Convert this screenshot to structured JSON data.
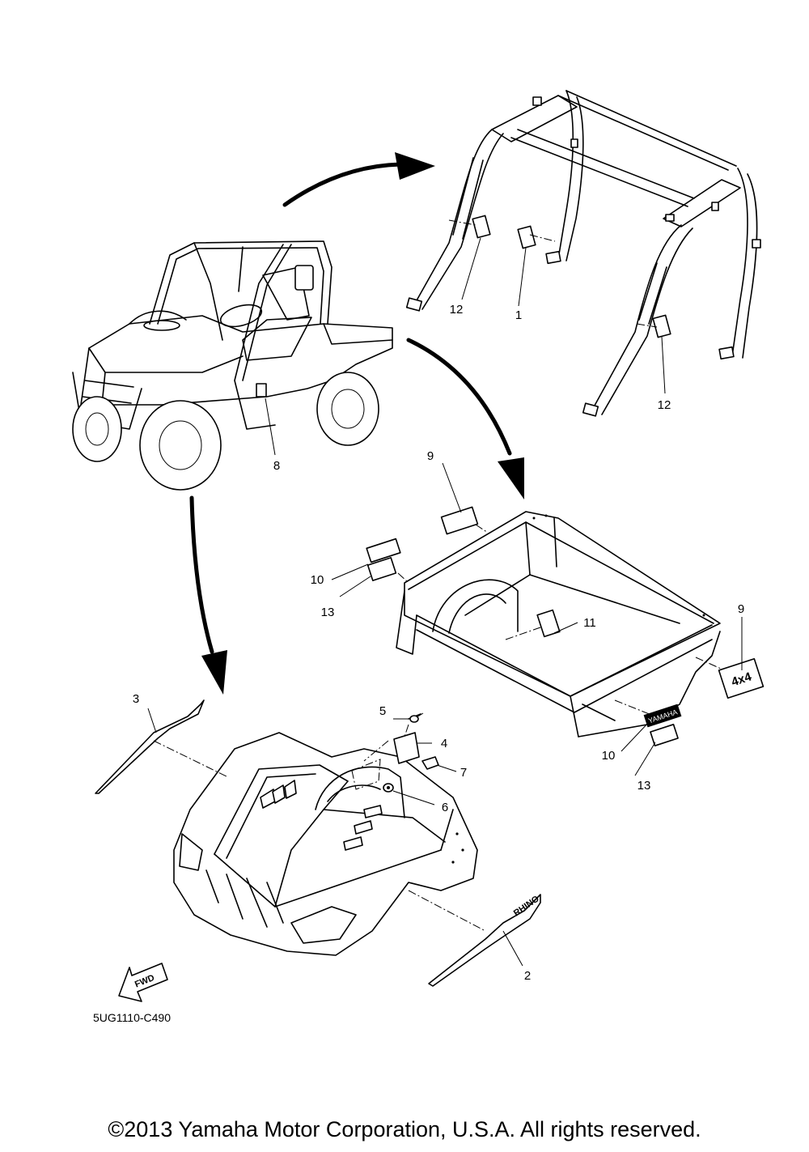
{
  "callouts": {
    "c1": "1",
    "c2": "2",
    "c3": "3",
    "c4": "4",
    "c5": "5",
    "c6": "6",
    "c7": "7",
    "c8": "8",
    "c9a": "9",
    "c9b": "9",
    "c10a": "10",
    "c10b": "10",
    "c11": "11",
    "c12a": "12",
    "c12b": "12",
    "c13a": "13",
    "c13b": "13"
  },
  "fwd_label": "FWD",
  "decal_4x4": "4x4",
  "decal_yamaha": "YAMAHA",
  "decal_rhino": "RHINO",
  "diagram_code": "5UG1110-C490",
  "copyright": "©2013 Yamaha Motor Corporation, U.S.A. All rights reserved."
}
